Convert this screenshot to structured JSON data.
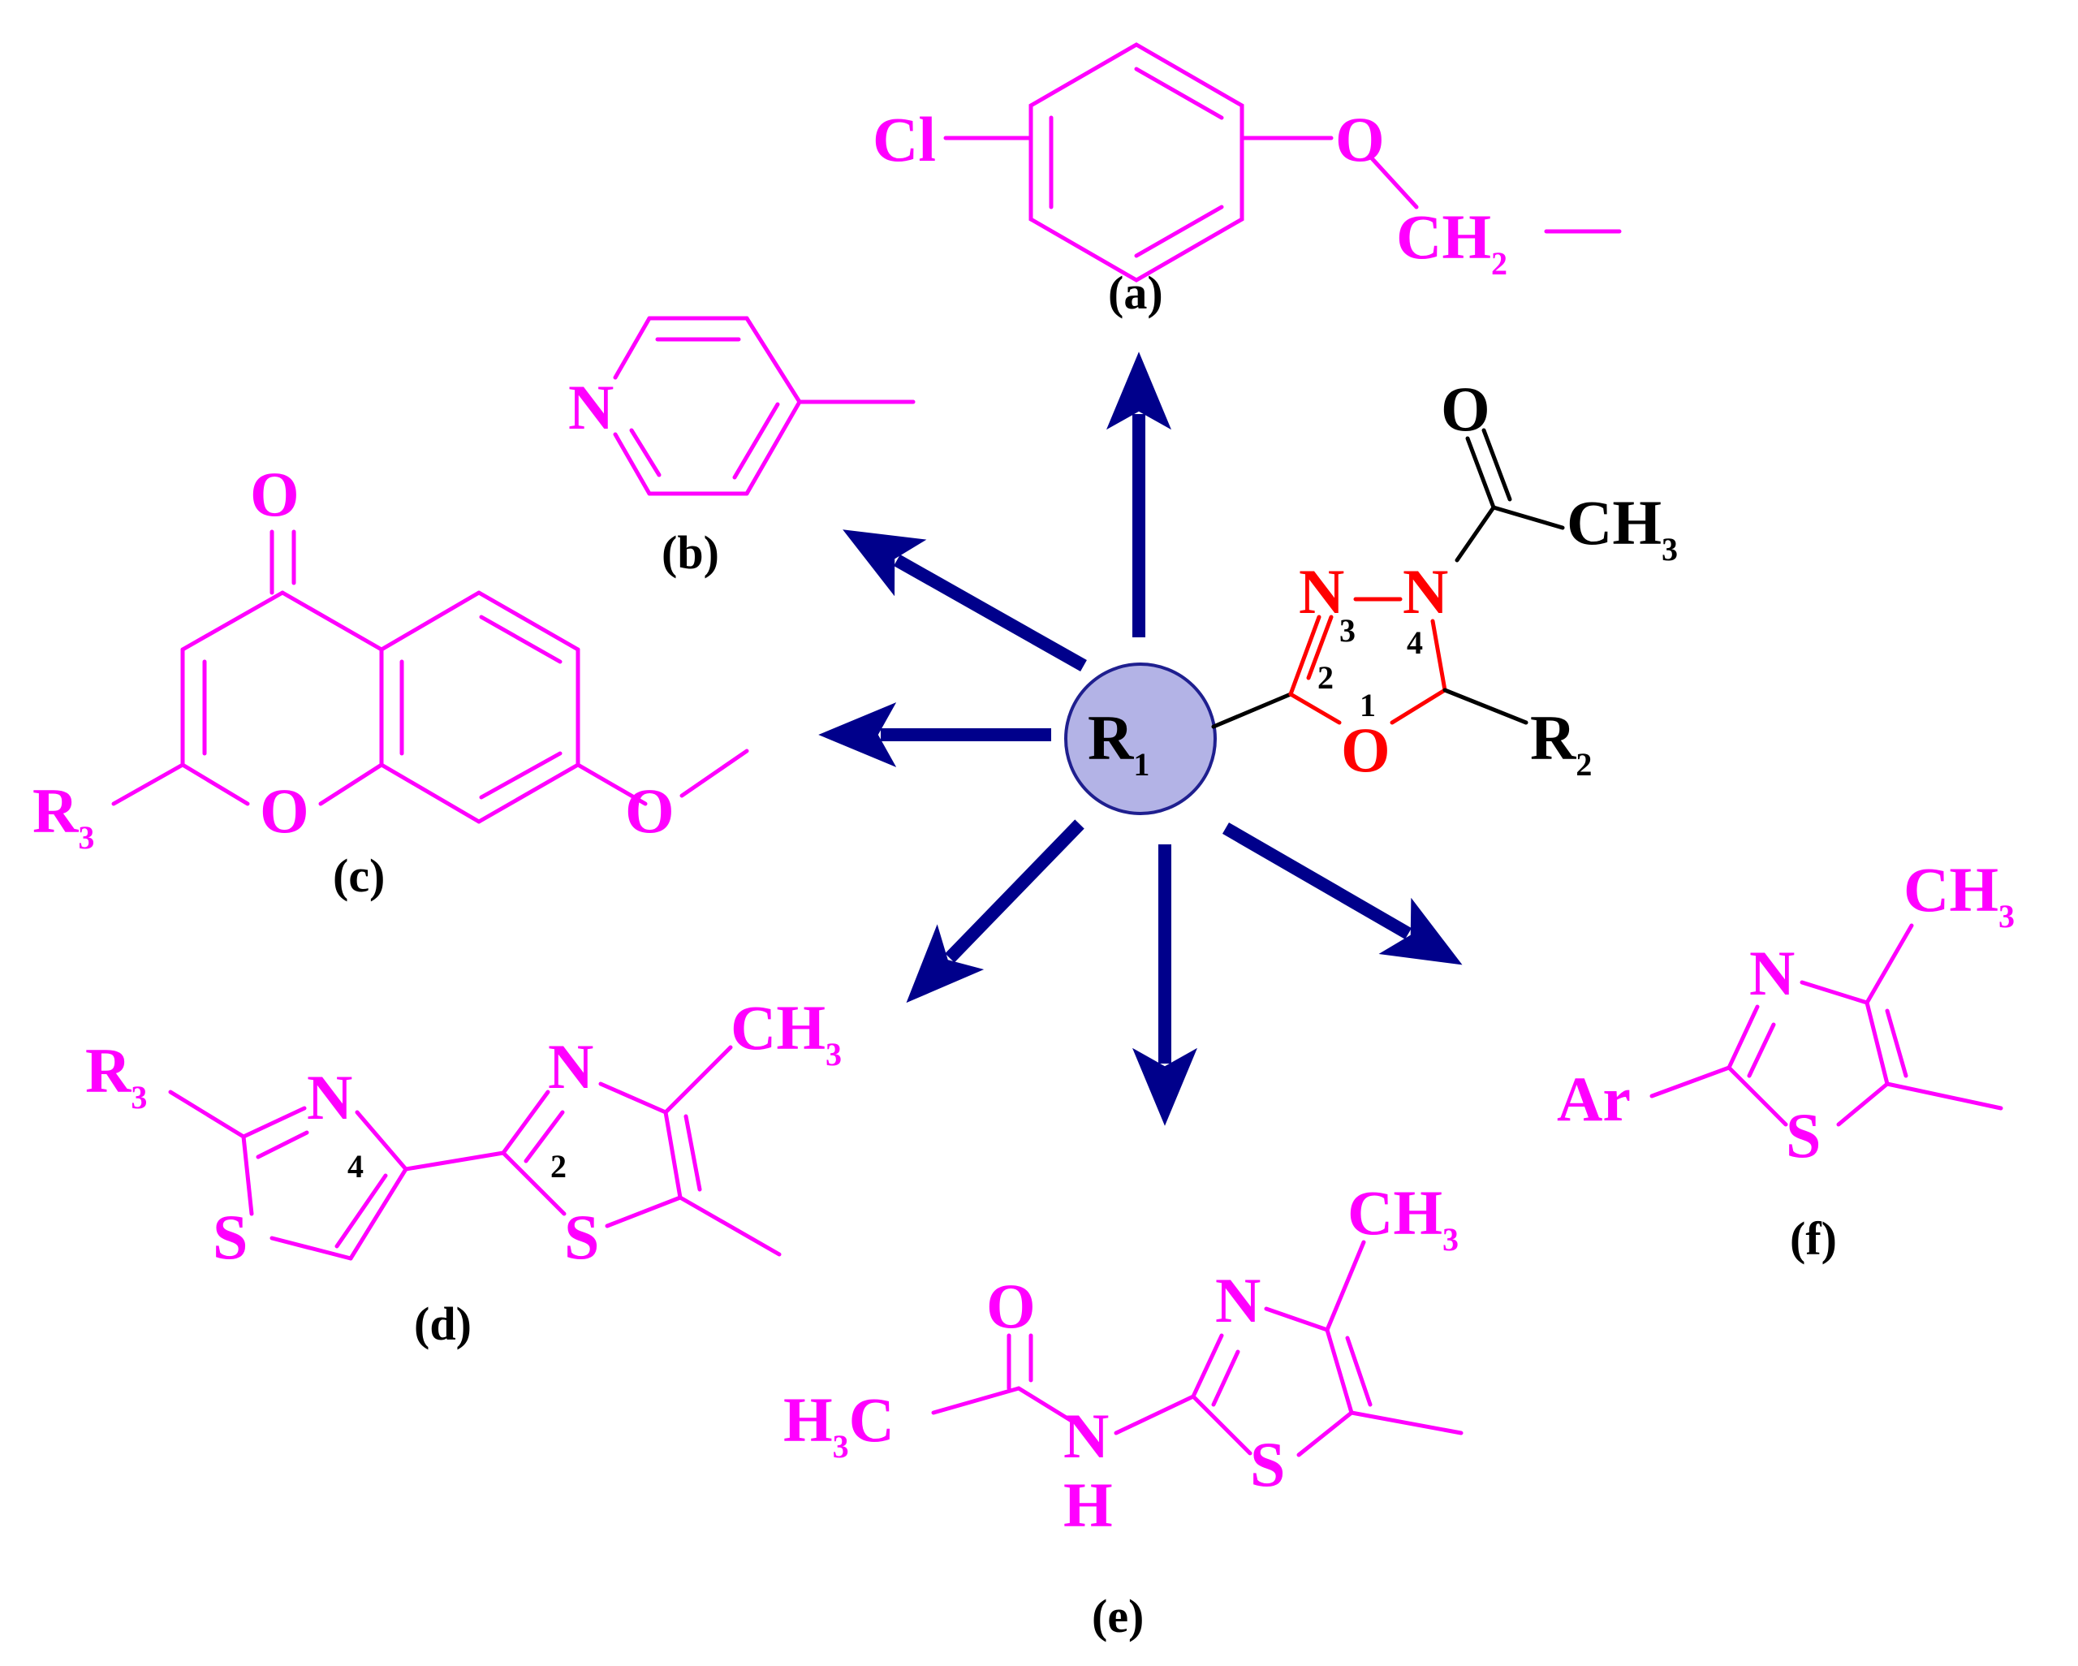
{
  "colors": {
    "substituent": "#ff00ff",
    "core_ring": "#ff0000",
    "core_text": "#000000",
    "arrow": "#00008b",
    "r1_fill": "#b3b3e6",
    "r1_stroke": "#1f1f8f"
  },
  "core": {
    "r1": "R",
    "r1_sub": "1",
    "r2": "R",
    "r2_sub": "2",
    "o_ring": "O",
    "n3": "N",
    "n4": "N",
    "pos1": "1",
    "pos2": "2",
    "pos3": "3",
    "pos4": "4",
    "carbonyl_o": "O",
    "ch3": "CH",
    "ch3_sub": "3"
  },
  "substituents": {
    "a": {
      "caption": "(a)",
      "cl": "Cl",
      "o": "O",
      "ch2": "CH",
      "ch2_sub": "2"
    },
    "b": {
      "caption": "(b)",
      "n": "N"
    },
    "c": {
      "caption": "(c)",
      "o_top": "O",
      "o_ring": "O",
      "o_methoxy": "O",
      "r3": "R",
      "r3_sub": "3"
    },
    "d": {
      "caption": "(d)",
      "r3": "R",
      "r3_sub": "3",
      "n1": "N",
      "s1": "S",
      "pos4": "4",
      "n2": "N",
      "s2": "S",
      "pos2": "2",
      "ch3": "CH",
      "ch3_sub": "3"
    },
    "e": {
      "caption": "(e)",
      "o": "O",
      "h3c_h": "H",
      "h3c_sub": "3",
      "h3c_c": "C",
      "nh_n": "N",
      "nh_h": "H",
      "n": "N",
      "s": "S",
      "ch3": "CH",
      "ch3_sub": "3"
    },
    "f": {
      "caption": "(f)",
      "ar": "Ar",
      "n": "N",
      "s": "S",
      "ch3": "CH",
      "ch3_sub": "3"
    }
  }
}
